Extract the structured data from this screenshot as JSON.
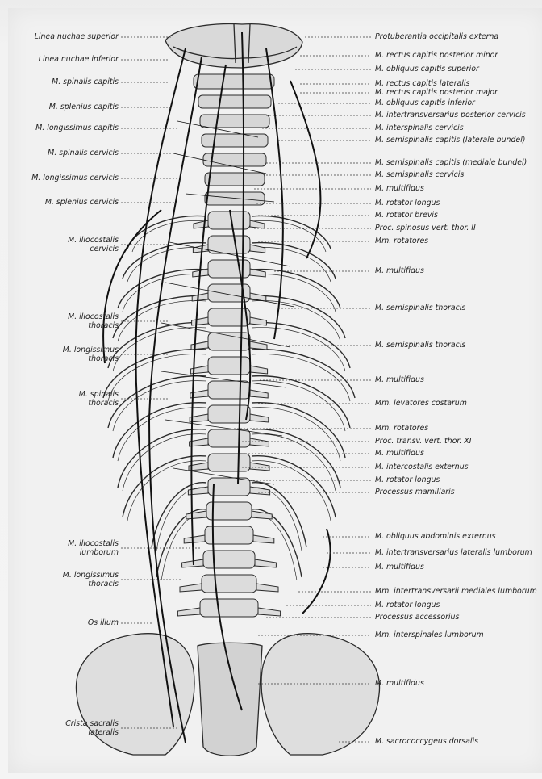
{
  "left_labels": [
    {
      "id": "linea-nuchae-superior",
      "lines": [
        "Linea nuchae superior"
      ]
    },
    {
      "id": "linea-nuchae-inferior",
      "lines": [
        "Linea nuchae inferior"
      ]
    },
    {
      "id": "m-spinalis-capitis",
      "lines": [
        "M. spinalis capitis"
      ]
    },
    {
      "id": "m-splenius-capitis",
      "lines": [
        "M. splenius capitis"
      ]
    },
    {
      "id": "m-longissimus-capitis",
      "lines": [
        "M. longissimus capitis"
      ]
    },
    {
      "id": "m-spinalis-cervicis",
      "lines": [
        "M. spinalis cervicis"
      ]
    },
    {
      "id": "m-longissimus-cervicis",
      "lines": [
        "M. longissimus cervicis"
      ]
    },
    {
      "id": "m-splenius-cervicis",
      "lines": [
        "M. splenius cervicis"
      ]
    },
    {
      "id": "m-iliocostalis-cervicis",
      "lines": [
        "M. iliocostalis",
        "cervicis"
      ]
    },
    {
      "id": "m-iliocostalis-thoracis",
      "lines": [
        "M. iliocostalis",
        "thoracis"
      ]
    },
    {
      "id": "m-longissimus-thoracis",
      "lines": [
        "M. longissimus",
        "thoracis"
      ]
    },
    {
      "id": "m-spinalis-thoracis",
      "lines": [
        "M. spinalis",
        "thoracis"
      ]
    },
    {
      "id": "m-iliocostalis-lumborum",
      "lines": [
        "M. iliocostalis",
        "lumborum"
      ]
    },
    {
      "id": "m-longissimus-thoracis-2",
      "lines": [
        "M. longissimus",
        "thoracis"
      ]
    },
    {
      "id": "os-ilium",
      "lines": [
        "Os ilium"
      ]
    },
    {
      "id": "crista-sacralis-lateralis",
      "lines": [
        "Crista sacralis",
        "lateralis"
      ]
    }
  ],
  "right_labels": [
    {
      "id": "protuberantia-occipitalis-externa",
      "text": "Protuberantia occipitalis externa"
    },
    {
      "id": "m-rectus-capitis-posterior-minor",
      "text": "M. rectus capitis posterior minor"
    },
    {
      "id": "m-obliquus-capitis-superior",
      "text": "M. obliquus capitis superior"
    },
    {
      "id": "m-rectus-capitis-lateralis",
      "text": "M. rectus capitis lateralis"
    },
    {
      "id": "m-rectus-capitis-posterior-major",
      "text": "M. rectus capitis posterior major"
    },
    {
      "id": "m-obliquus-capitis-inferior",
      "text": "M. obliquus capitis inferior"
    },
    {
      "id": "m-intertransversarius-posterior-cervicis",
      "text": "M. intertransversarius posterior cervicis"
    },
    {
      "id": "m-interspinalis-cervicis",
      "text": "M. interspinalis cervicis"
    },
    {
      "id": "m-semispinalis-capitis-laterale",
      "text": "M. semispinalis capitis (laterale bundel)"
    },
    {
      "id": "m-semispinalis-capitis-mediale",
      "text": "M. semispinalis capitis (mediale bundel)"
    },
    {
      "id": "m-semispinalis-cervicis",
      "text": "M. semispinalis cervicis"
    },
    {
      "id": "m-multifidus-1",
      "text": "M. multifidus"
    },
    {
      "id": "m-rotator-longus-1",
      "text": "M. rotator longus"
    },
    {
      "id": "m-rotator-brevis",
      "text": "M. rotator brevis"
    },
    {
      "id": "proc-spinosus-vert-thor-ii",
      "text": "Proc. spinosus vert. thor. II"
    },
    {
      "id": "mm-rotatores-1",
      "text": "Mm. rotatores"
    },
    {
      "id": "m-multifidus-2",
      "text": "M. multifidus"
    },
    {
      "id": "m-semispinalis-thoracis-1",
      "text": "M. semispinalis thoracis"
    },
    {
      "id": "m-semispinalis-thoracis-2",
      "text": "M. semispinalis thoracis"
    },
    {
      "id": "m-multifidus-3",
      "text": "M. multifidus"
    },
    {
      "id": "mm-levatores-costarum",
      "text": "Mm. levatores costarum"
    },
    {
      "id": "mm-rotatores-2",
      "text": "Mm. rotatores"
    },
    {
      "id": "proc-transv-vert-thor-xi",
      "text": "Proc. transv. vert. thor. XI"
    },
    {
      "id": "m-multifidus-4",
      "text": "M. multifidus"
    },
    {
      "id": "m-intercostalis-externus",
      "text": "M. intercostalis externus"
    },
    {
      "id": "m-rotator-longus-2",
      "text": "M. rotator longus"
    },
    {
      "id": "processus-mamillaris",
      "text": "Processus mamillaris"
    },
    {
      "id": "m-obliquus-abdominis-externus",
      "text": "M. obliquus abdominis externus"
    },
    {
      "id": "m-intertransversarius-lateralis-lumborum",
      "text": "M. intertransversarius lateralis lumborum"
    },
    {
      "id": "m-multifidus-5",
      "text": "M. multifidus"
    },
    {
      "id": "mm-intertransversarii-mediales-lumborum",
      "text": "Mm. intertransversarii mediales lumborum"
    },
    {
      "id": "m-rotator-longus-3",
      "text": "M. rotator longus"
    },
    {
      "id": "processus-accessorius",
      "text": "Processus accessorius"
    },
    {
      "id": "mm-interspinales-lumborum",
      "text": "Mm. interspinales lumborum"
    },
    {
      "id": "m-multifidus-6",
      "text": "M. multifidus"
    },
    {
      "id": "m-sacrococcygeus-dorsalis",
      "text": "M. sacrococcygeus dorsalis"
    }
  ]
}
